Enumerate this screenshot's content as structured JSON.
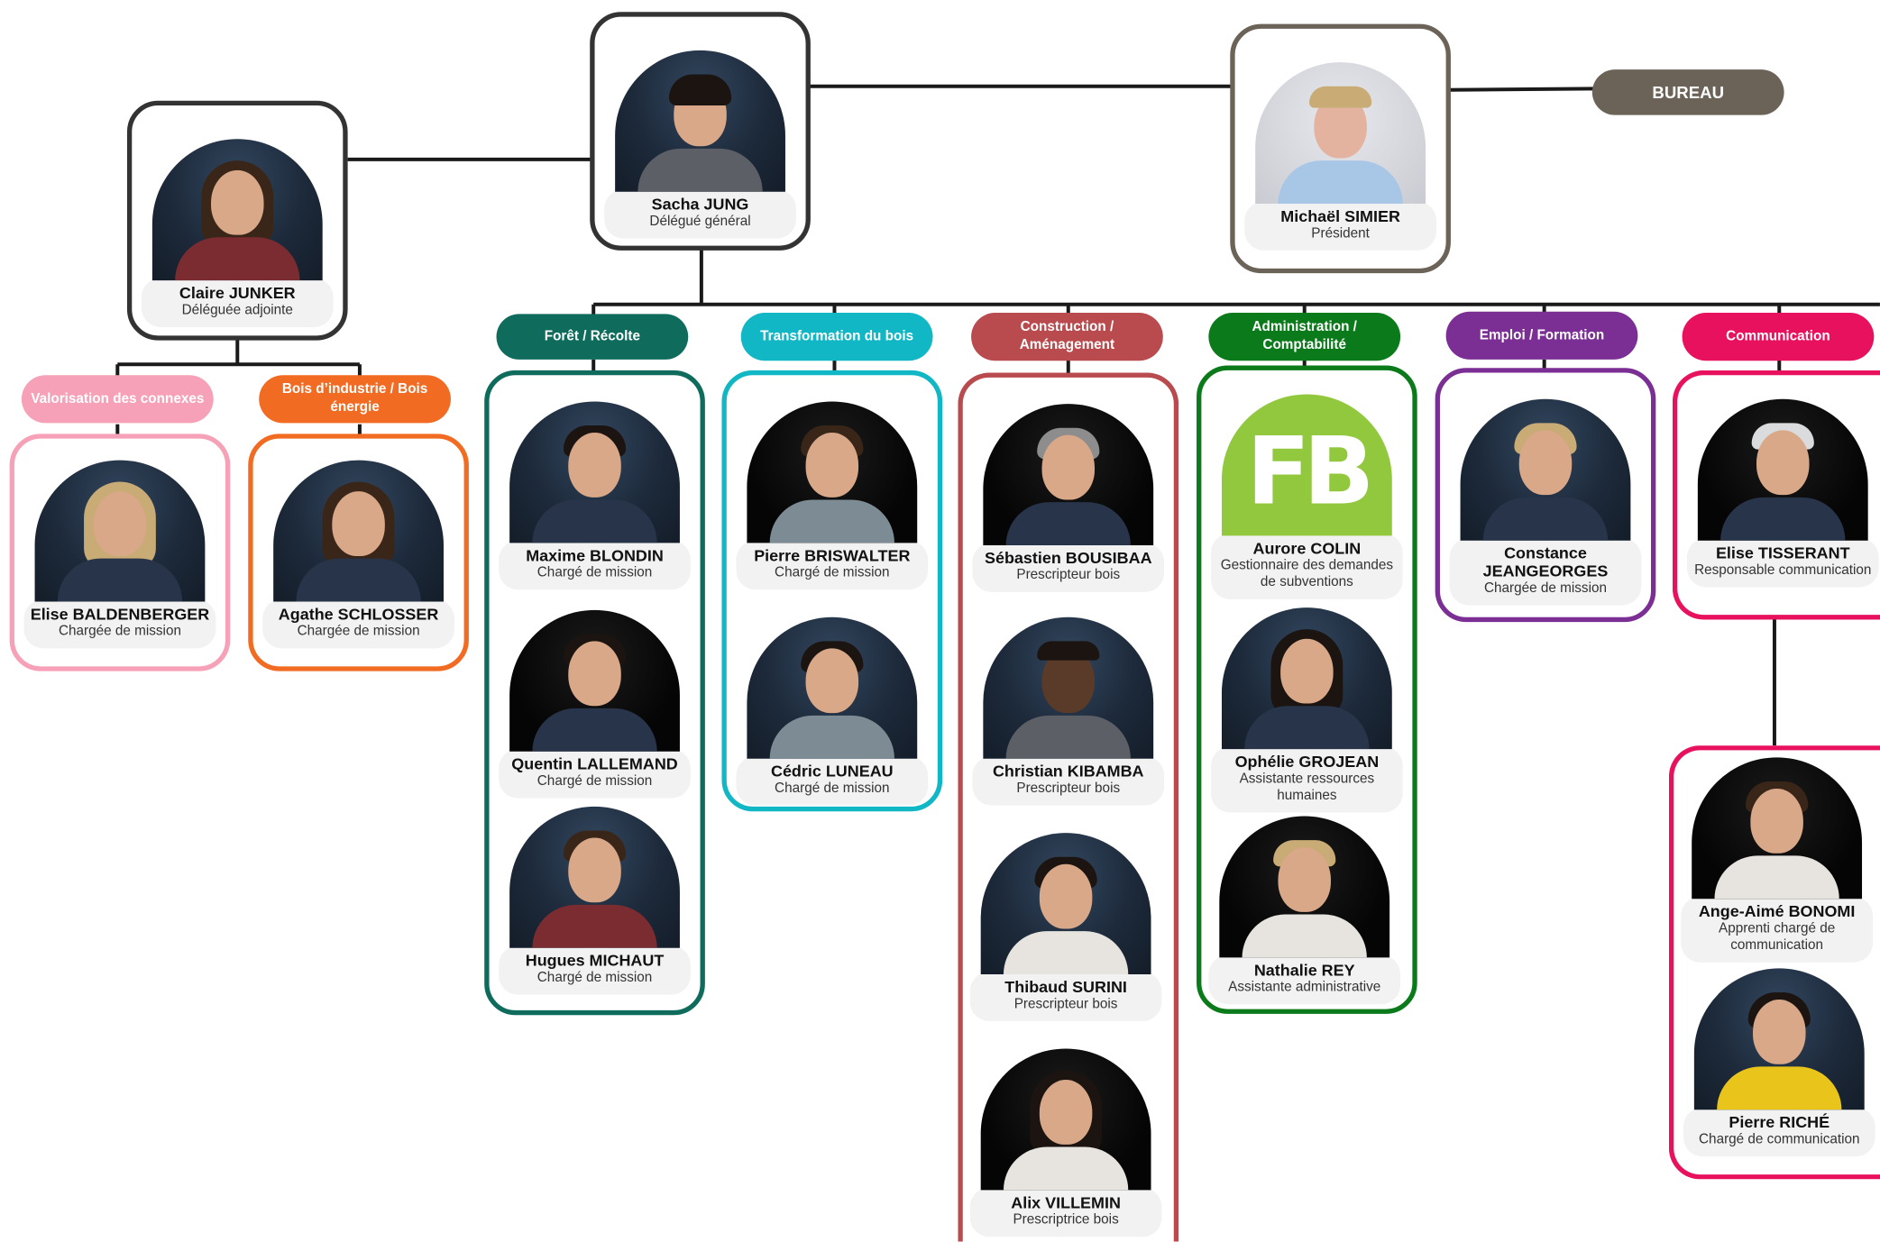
{
  "bureau": {
    "label": "BUREAU",
    "color": "#6b6258"
  },
  "leadership": [
    {
      "id": "president",
      "name": "Michaël SIMIER",
      "role": "Président",
      "photo": "portrait",
      "border": "#6b6258"
    },
    {
      "id": "general",
      "name": "Sacha JUNG",
      "role": "Délégué général",
      "photo": "portrait",
      "border": "#333333"
    },
    {
      "id": "adjointe",
      "name": "Claire JUNKER",
      "role": "Déléguée adjointe",
      "photo": "portrait",
      "border": "#333333"
    }
  ],
  "departments": [
    {
      "id": "valorisation",
      "label": "Valorisation des connexes",
      "color": "#f7a1b8",
      "box_border": "#f7a1b8",
      "members": [
        {
          "name": "Elise BALDENBERGER",
          "role": "Chargée de mission",
          "photo": "portrait"
        }
      ]
    },
    {
      "id": "bois-industrie",
      "label": "Bois d’industrie / Bois énergie",
      "color": "#f26b22",
      "box_border": "#f26b22",
      "members": [
        {
          "name": "Agathe SCHLOSSER",
          "role": "Chargée de mission",
          "photo": "portrait"
        }
      ]
    },
    {
      "id": "foret",
      "label": "Forêt / Récolte",
      "color": "#0f6b5c",
      "box_border": "#0f6b5c",
      "members": [
        {
          "name": "Maxime BLONDIN",
          "role": "Chargé de mission",
          "photo": "portrait"
        },
        {
          "name": "Quentin LALLEMAND",
          "role": "Chargé de mission",
          "photo": "portrait"
        },
        {
          "name": "Hugues MICHAUT",
          "role": "Chargé de mission",
          "photo": "portrait"
        }
      ]
    },
    {
      "id": "transformation",
      "label": "Transformation du bois",
      "color": "#11b7c4",
      "box_border": "#11b7c4",
      "members": [
        {
          "name": "Pierre BRISWALTER",
          "role": "Chargé de mission",
          "photo": "portrait"
        },
        {
          "name": "Cédric LUNEAU",
          "role": "Chargé de mission",
          "photo": "portrait"
        }
      ]
    },
    {
      "id": "construction",
      "label": "Construction / Aménagement",
      "color": "#b94a4d",
      "box_border": "#b94a4d",
      "members": [
        {
          "name": "Sébastien BOUSIBAA",
          "role": "Prescripteur bois",
          "photo": "portrait"
        },
        {
          "name": "Christian KIBAMBA",
          "role": "Prescripteur bois",
          "photo": "portrait"
        },
        {
          "name": "Thibaud SURINI",
          "role": "Prescripteur bois",
          "photo": "portrait"
        },
        {
          "name": "Alix VILLEMIN",
          "role": "Prescriptrice bois",
          "photo": "portrait"
        }
      ]
    },
    {
      "id": "administration",
      "label": "Administration / Comptabilité",
      "color": "#0b7a1a",
      "box_border": "#0b7a1a",
      "members": [
        {
          "name": "Aurore COLIN",
          "role": "Gestionnaire des demandes de subventions",
          "photo": "logo",
          "logo_text": "FB"
        },
        {
          "name": "Ophélie GROJEAN",
          "role": "Assistante ressources humaines",
          "photo": "portrait"
        },
        {
          "name": "Nathalie REY",
          "role": "Assistante administrative",
          "photo": "portrait"
        }
      ]
    },
    {
      "id": "emploi",
      "label": "Emploi / Formation",
      "color": "#7b2e93",
      "box_border": "#7b2e93",
      "members": [
        {
          "name": "Constance JEANGEORGES",
          "role": "Chargée de mission",
          "photo": "portrait"
        }
      ]
    },
    {
      "id": "communication",
      "label": "Communication",
      "color": "#e8115d",
      "box_border": "#e8115d",
      "members": [
        {
          "name": "Elise TISSERANT",
          "role": "Responsable communication",
          "photo": "portrait"
        }
      ]
    },
    {
      "id": "communication-team",
      "label": "",
      "color": "#e8115d",
      "box_border": "#e8115d",
      "members": [
        {
          "name": "Ange-Aimé BONOMI",
          "role": "Apprenti chargé de communication",
          "photo": "portrait"
        },
        {
          "name": "Pierre RICHÉ",
          "role": "Chargé de communication",
          "photo": "portrait"
        }
      ]
    }
  ]
}
